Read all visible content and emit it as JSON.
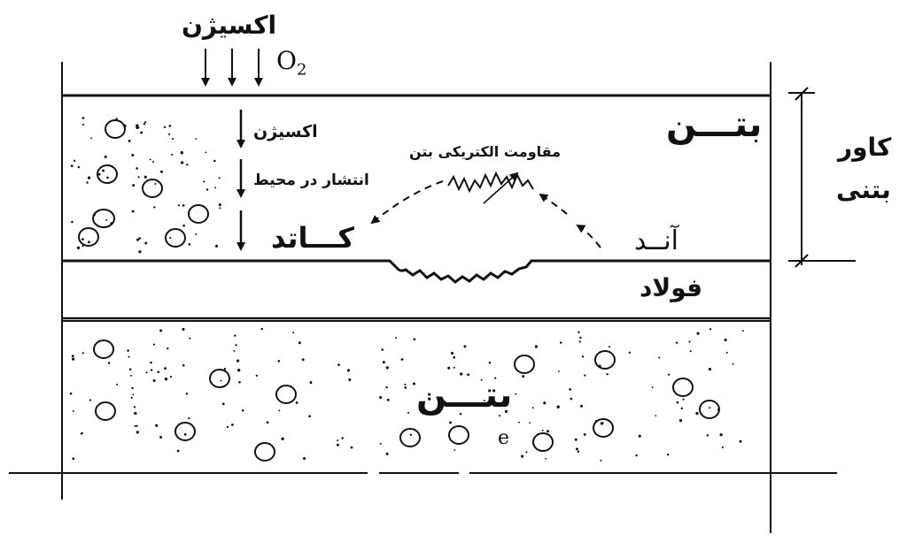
{
  "labels": {
    "oxygen_top": "اکسیژن",
    "o2": "O",
    "o2_sub": "2",
    "oxygen_inner": "اکسیژن",
    "diffusion": "انتشار در محیط",
    "resistance": "مقاومت الکتریکی بتن",
    "cathode": "کـــاتد",
    "anode": "آنــد",
    "concrete_top": "بتـــن",
    "steel": "فولاد",
    "cover_line1": "کاور",
    "cover_line2": "بتنی",
    "concrete_bottom": "بتـــن",
    "electron": "e"
  },
  "colors": {
    "line": "#111111",
    "background": "#ffffff"
  }
}
